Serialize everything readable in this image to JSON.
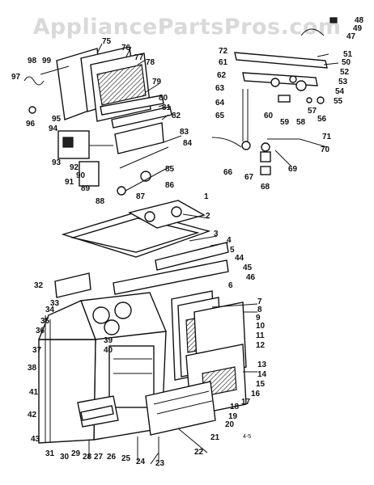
{
  "watermark": "AppliancePartsPros.com",
  "diagram_code": "4-5",
  "labels": [
    "1",
    "2",
    "3",
    "4",
    "5",
    "6",
    "7",
    "8",
    "9",
    "10",
    "11",
    "12",
    "13",
    "14",
    "15",
    "16",
    "17",
    "18",
    "19",
    "20",
    "21",
    "22",
    "23",
    "24",
    "25",
    "26",
    "27",
    "28",
    "29",
    "30",
    "31",
    "32",
    "33",
    "34",
    "35",
    "36",
    "37",
    "38",
    "39",
    "40",
    "41",
    "42",
    "43",
    "44",
    "45",
    "46",
    "47",
    "48",
    "49",
    "50",
    "51",
    "52",
    "53",
    "54",
    "55",
    "56",
    "57",
    "58",
    "59",
    "60",
    "61",
    "62",
    "63",
    "64",
    "65",
    "66",
    "67",
    "68",
    "69",
    "70",
    "71",
    "72",
    "75",
    "76",
    "77",
    "78",
    "79",
    "80",
    "81",
    "82",
    "83",
    "84",
    "85",
    "86",
    "87",
    "88",
    "89",
    "90",
    "91",
    "92",
    "93",
    "94",
    "95",
    "96",
    "97",
    "98",
    "99"
  ]
}
